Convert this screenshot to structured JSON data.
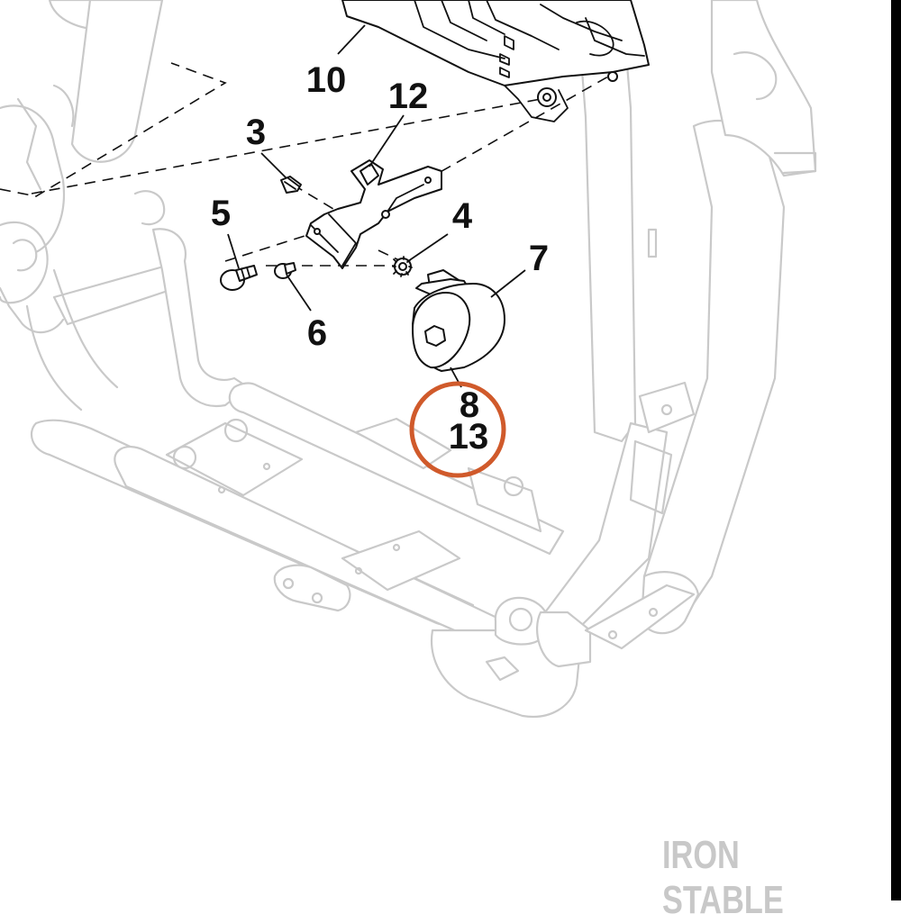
{
  "callouts": [
    {
      "id": "10",
      "label": "10"
    },
    {
      "id": "12",
      "label": "12"
    },
    {
      "id": "3",
      "label": "3"
    },
    {
      "id": "5",
      "label": "5"
    },
    {
      "id": "4",
      "label": "4"
    },
    {
      "id": "7",
      "label": "7"
    },
    {
      "id": "6",
      "label": "6"
    },
    {
      "id": "8",
      "label": "8"
    },
    {
      "id": "13",
      "label": "13"
    }
  ],
  "highlight": {
    "color": "#d05a2b"
  },
  "watermark": {
    "text": "IRON STABLE"
  },
  "colors": {
    "frame": "#c9c9c9",
    "parts": "#111111",
    "background": "#ffffff"
  }
}
